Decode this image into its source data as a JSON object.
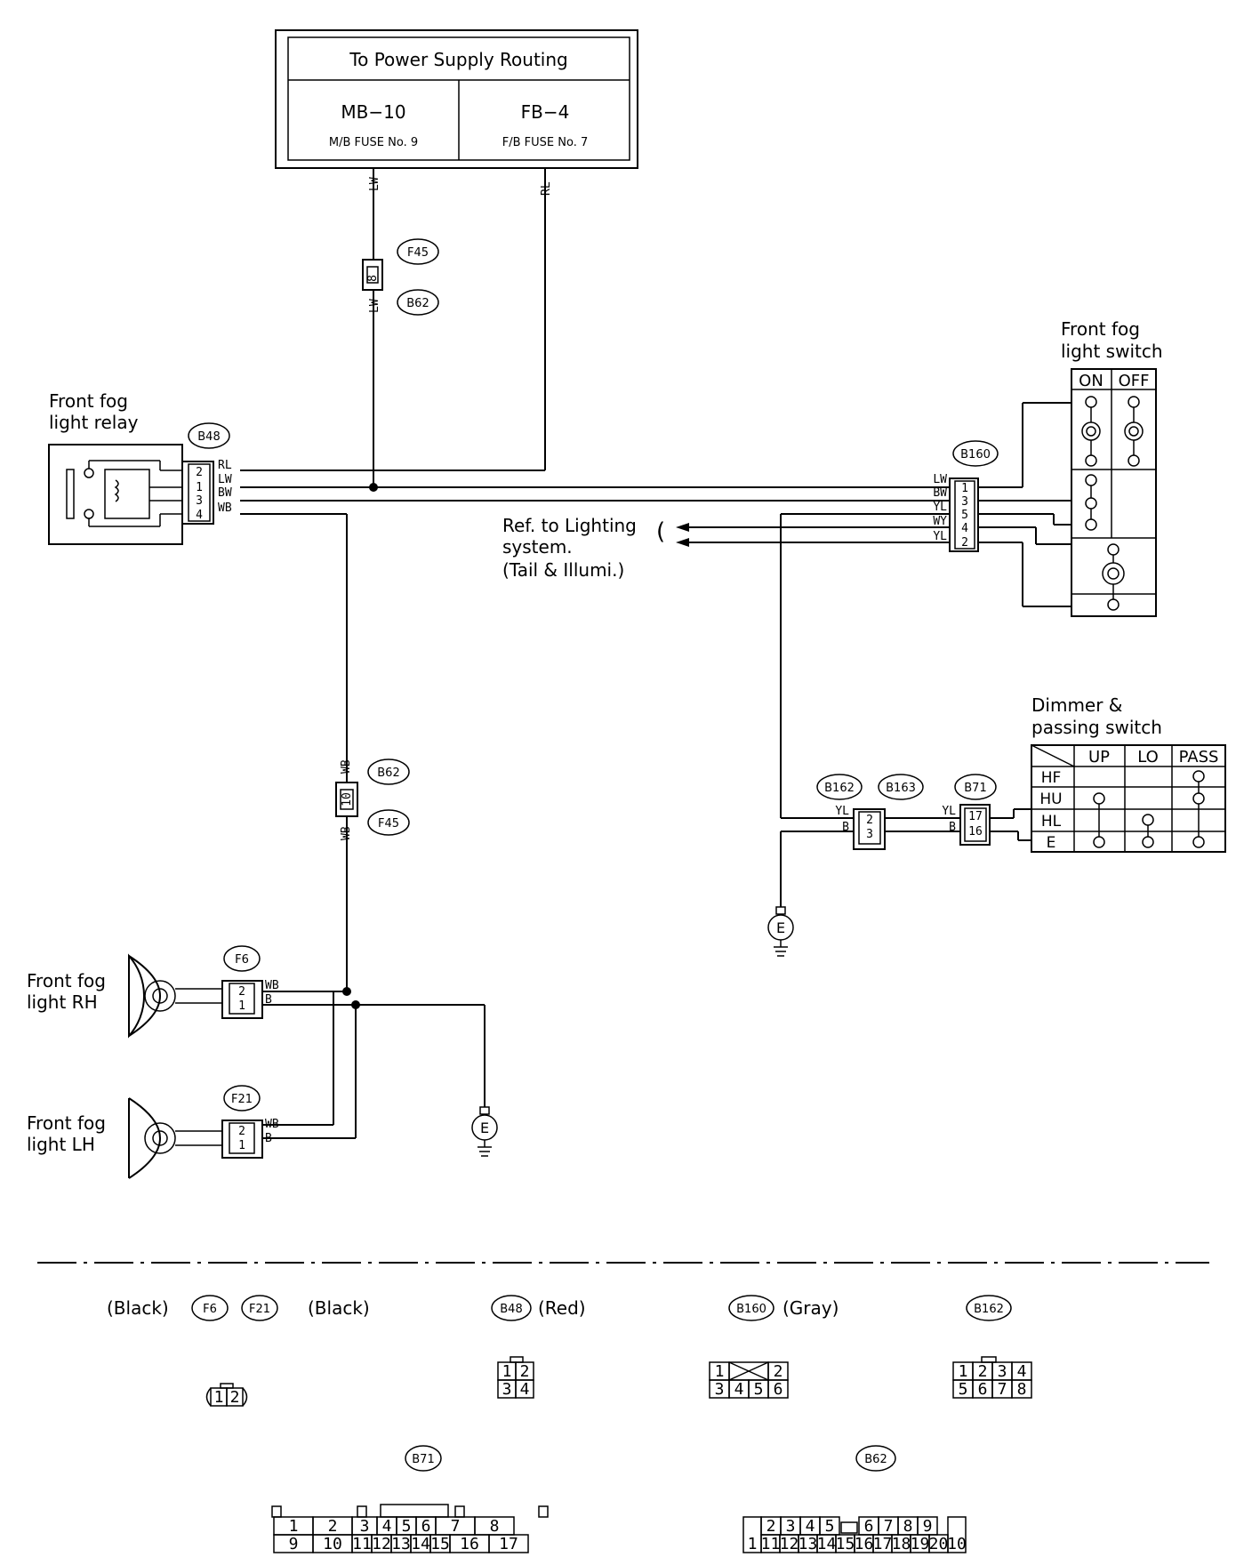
{
  "power_box": {
    "title": "To Power Supply Routing",
    "left_id": "MB−10",
    "left_sub": "M/B FUSE No. 9",
    "right_id": "FB−4",
    "right_sub": "F/B FUSE No. 7"
  },
  "wires": {
    "lw": "LW",
    "rl": "RL",
    "bw": "BW",
    "wb": "WB",
    "yl": "YL",
    "wy": "WY",
    "b": "B"
  },
  "connectors": {
    "f45": "F45",
    "b62": "B62",
    "b48": "B48",
    "b160": "B160",
    "b162": "B162",
    "b163": "B163",
    "b71": "B71",
    "f6": "F6",
    "f21": "F21"
  },
  "pins": {
    "b62_upper": "8",
    "b62_lower": "10",
    "b48": [
      "2",
      "1",
      "3",
      "4"
    ],
    "b160": [
      "1",
      "3",
      "5",
      "4",
      "2"
    ],
    "b162": [
      "2",
      "3"
    ],
    "b71": [
      "17",
      "16"
    ],
    "f6": [
      "2",
      "1"
    ],
    "f21": [
      "2",
      "1"
    ]
  },
  "components": {
    "relay": [
      "Front fog",
      "light relay"
    ],
    "fog_switch": [
      "Front fog",
      "light switch"
    ],
    "dimmer": [
      "Dimmer &",
      "passing switch"
    ],
    "fog_rh": [
      "Front fog",
      "light RH"
    ],
    "fog_lh": [
      "Front fog",
      "light LH"
    ],
    "ref": [
      "Ref. to Lighting",
      "system.",
      "(Tail & Illumi.)"
    ]
  },
  "fog_switch_table": {
    "on": "ON",
    "off": "OFF"
  },
  "dimmer_table": {
    "cols": [
      "UP",
      "LO",
      "PASS"
    ],
    "rows": [
      "HF",
      "HU",
      "HL",
      "E"
    ]
  },
  "ground": "E",
  "legend": {
    "f6f21_left": "(Black)",
    "f6f21_right": "(Black)",
    "b48_color": "(Red)",
    "b160_color": "(Gray)",
    "f6_pins": [
      "1",
      "2"
    ],
    "b48_pins": [
      "1",
      "2",
      "3",
      "4"
    ],
    "b160_pins": [
      "1",
      "2",
      "3",
      "4",
      "5",
      "6"
    ],
    "b162_pins": [
      "1",
      "2",
      "3",
      "4",
      "5",
      "6",
      "7",
      "8"
    ],
    "b71_top": [
      "1",
      "2",
      "3",
      "4",
      "5",
      "6",
      "7",
      "8"
    ],
    "b71_bottom": [
      "9",
      "10",
      "11",
      "12",
      "13",
      "14",
      "15",
      "16",
      "17"
    ],
    "b62_first": "1",
    "b62_top": [
      "2",
      "3",
      "4",
      "5",
      "6",
      "7",
      "8",
      "9"
    ],
    "b62_bottom": [
      "11",
      "12",
      "13",
      "14",
      "15",
      "16",
      "17",
      "18",
      "19",
      "20"
    ],
    "b62_last": "10"
  }
}
